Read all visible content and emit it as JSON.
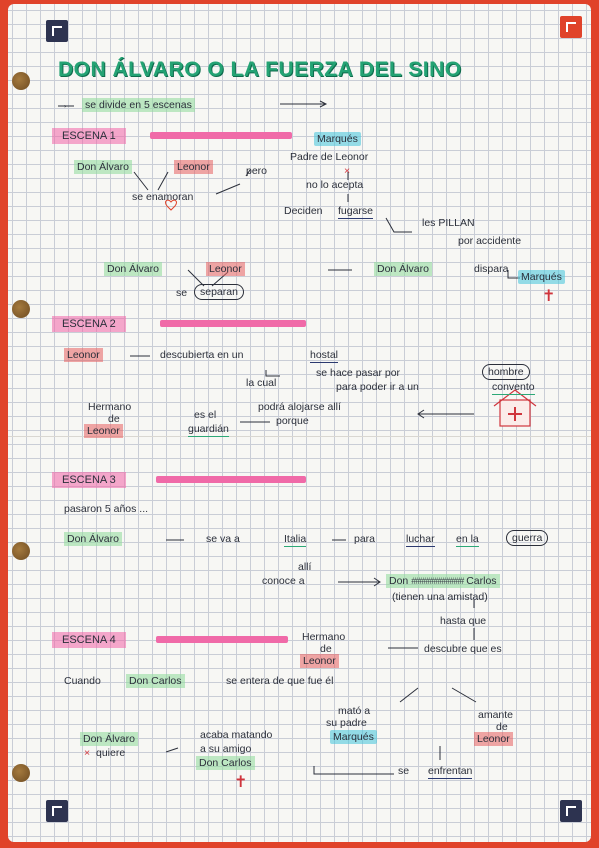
{
  "title": "DON ÁLVARO O LA FUERZA DEL SINO",
  "intro": "se divide en 5 escenas",
  "scenes": {
    "s1": {
      "label": "ESCENA 1",
      "don_alvaro": "Don Álvaro",
      "leonor": "Leonor",
      "pero": "pero",
      "enamoran": "se enamoran",
      "marques": "Marqués",
      "padre": "Padre de Leonor",
      "no_acepta": "no lo acepta",
      "deciden": "Deciden",
      "fugarse": "fugarse",
      "los_pillan": "les PILLAN",
      "por_accidente": "por accidente",
      "don_alvaro2": "Don Álvaro",
      "leonor2": "Leonor",
      "se": "se",
      "separan": "separan",
      "don_alvaro3": "Don Álvaro",
      "dispara": "dispara",
      "marques2": "Marqués"
    },
    "s2": {
      "label": "ESCENA 2",
      "leonor": "Leonor",
      "descubierta": "descubierta en un",
      "hostal": "hostal",
      "la_cual": "la cual",
      "se_hace": "se hace pasar por",
      "hombre": "hombre",
      "para_poder": "para poder ir a un",
      "convento": "convento",
      "hermano": "Hermano",
      "de": "de",
      "leonor2": "Leonor",
      "es_el": "es el",
      "guardian": "guardián",
      "porque": "porque",
      "podria": "podrá alojarse allí"
    },
    "s3": {
      "label": "ESCENA 3",
      "pasaron": "pasaron 5 años ...",
      "don_alvaro": "Don Álvaro",
      "se_va": "se va a",
      "italia": "Italia",
      "para": "para",
      "luchar": "luchar",
      "en_la": "en la",
      "guerra": "guerra",
      "alli": "allí",
      "conoce": "conoce a",
      "don_carlos_prefix": "Don",
      "don_carlos_suffix": "Carlos",
      "amistad": "(tienen una amistad)",
      "hasta_que": "hasta que"
    },
    "s4": {
      "label": "ESCENA 4",
      "hermano": "Hermano",
      "de": "de",
      "leonor": "Leonor",
      "descubre": "descubre que es",
      "cuando": "Cuando",
      "don_carlos": "Don Carlos",
      "se_entera": "se entera de que fue él",
      "mato": "mató a",
      "su_padre": "su padre",
      "marques": "Marqués",
      "amante": "amante",
      "de2": "de",
      "leonor2": "Leonor",
      "don_alvaro": "Don Álvaro",
      "quiere": "quiere",
      "acaba": "acaba matando",
      "a_su_amigo": "a su amigo",
      "don_carlos2": "Don Carlos",
      "se_enfrentan": "se enfrentan"
    }
  },
  "symbols": {
    "x_mark": "×",
    "heart": "♡",
    "cross": "✝",
    "arrow": "→",
    "ellipsis_scribble": "#############"
  },
  "colors": {
    "title": "#24a374",
    "pink": "#f06aa8",
    "red": "#e86060",
    "green": "#96dca0",
    "blue": "#50c8dc",
    "frame": "#e0432a"
  }
}
